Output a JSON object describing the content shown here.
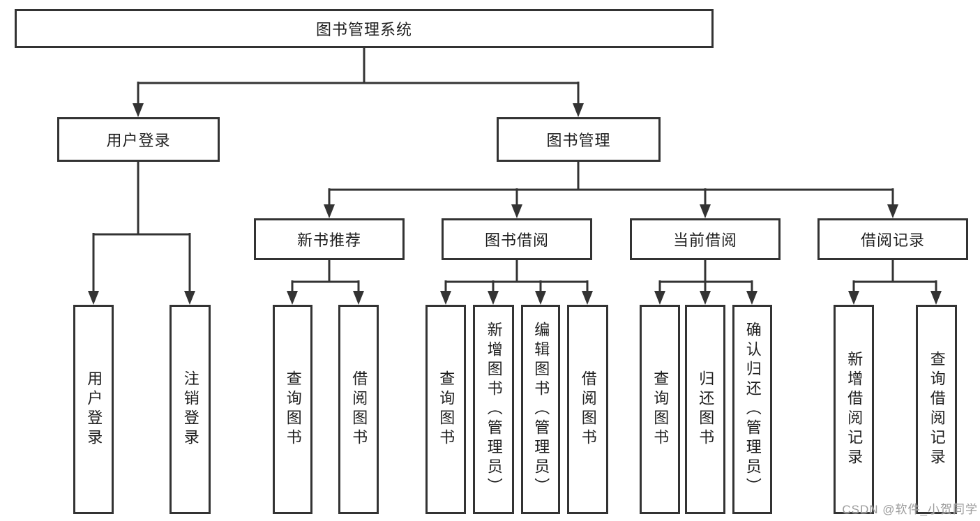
{
  "tree": {
    "root": {
      "label": "图书管理系统"
    },
    "branches": [
      {
        "label": "用户登录",
        "children": [
          {
            "label": "用户登录"
          },
          {
            "label": "注销登录"
          }
        ]
      },
      {
        "label": "图书管理",
        "children": [
          {
            "label": "新书推荐",
            "children": [
              {
                "label": "查询图书"
              },
              {
                "label": "借阅图书"
              }
            ]
          },
          {
            "label": "图书借阅",
            "children": [
              {
                "label": "查询图书"
              },
              {
                "label": "新增图书（管理员）"
              },
              {
                "label": "编辑图书（管理员）"
              },
              {
                "label": "借阅图书"
              }
            ]
          },
          {
            "label": "当前借阅",
            "children": [
              {
                "label": "查询图书"
              },
              {
                "label": "归还图书"
              },
              {
                "label": "确认归还（管理员）"
              }
            ]
          },
          {
            "label": "借阅记录",
            "children": [
              {
                "label": "新增借阅记录"
              },
              {
                "label": "查询借阅记录"
              }
            ]
          }
        ]
      }
    ]
  },
  "watermark": {
    "text": "CSDN @软件_小贺同学"
  },
  "colors": {
    "line": "#333333",
    "box_border": "#333333",
    "text": "#1f1f1f",
    "watermark": "#9c9c9c",
    "background": "#ffffff"
  }
}
